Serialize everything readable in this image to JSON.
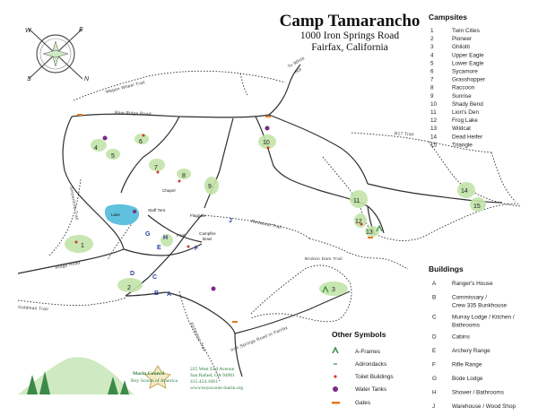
{
  "title": "Camp Tamarancho",
  "address_line1": "1000 Iron Springs Road",
  "address_line2": "Fairfax, California",
  "compass": {
    "letters": [
      "N",
      "E",
      "S",
      "W"
    ]
  },
  "campsites": {
    "heading": "Campsites",
    "items": [
      {
        "num": "1",
        "name": "Twin Cities"
      },
      {
        "num": "2",
        "name": "Pioneer"
      },
      {
        "num": "3",
        "name": "Ghilotti"
      },
      {
        "num": "4",
        "name": "Upper Eagle"
      },
      {
        "num": "5",
        "name": "Lower Eagle"
      },
      {
        "num": "6",
        "name": "Sycamore"
      },
      {
        "num": "7",
        "name": "Grasshopper"
      },
      {
        "num": "8",
        "name": "Raccoon"
      },
      {
        "num": "9",
        "name": "Sunrise"
      },
      {
        "num": "10",
        "name": "Shady Bend"
      },
      {
        "num": "11",
        "name": "Lion's Den"
      },
      {
        "num": "12",
        "name": "Frog Lake"
      },
      {
        "num": "13",
        "name": "Wildcat"
      },
      {
        "num": "14",
        "name": "Dead Heifer"
      },
      {
        "num": "15",
        "name": "Triangle"
      }
    ]
  },
  "buildings": {
    "heading": "Buildings",
    "items": [
      {
        "letter": "A",
        "lines": [
          "Ranger's House"
        ]
      },
      {
        "letter": "B",
        "lines": [
          "Commissary /",
          "Crew 335 Bunkhouse"
        ]
      },
      {
        "letter": "C",
        "lines": [
          "Murray Lodge / Kitchen /",
          "Bathrooms"
        ]
      },
      {
        "letter": "D",
        "lines": [
          "Cabins"
        ]
      },
      {
        "letter": "E",
        "lines": [
          "Archery Range"
        ]
      },
      {
        "letter": "F",
        "lines": [
          "Rifle Range"
        ]
      },
      {
        "letter": "G",
        "lines": [
          "Bode Lodge"
        ]
      },
      {
        "letter": "H",
        "lines": [
          "Shower / Bathrooms"
        ]
      },
      {
        "letter": "J",
        "lines": [
          "Warehouse / Wood Shop"
        ]
      }
    ]
  },
  "other_symbols": {
    "heading": "Other Symbols",
    "items": [
      {
        "symbol": "a-frame-icon",
        "label": "A-Frames"
      },
      {
        "symbol": "adirondack-icon",
        "label": "Adirondacks"
      },
      {
        "symbol": "toilet-icon",
        "label": "Toilet Buildings"
      },
      {
        "symbol": "water-tank-icon",
        "label": "Water Tanks"
      },
      {
        "symbol": "gate-icon",
        "label": "Gates"
      }
    ]
  },
  "council": {
    "line1": "Marin Council",
    "line2": "Boy Scouts of America",
    "address": [
      "225 West End Avenue",
      "San Rafael, CA 94901",
      "415.454.1081",
      "www.boyscouts-marin.org"
    ]
  },
  "road_labels": {
    "wagon_wheel": "Wagon Wheel Trail",
    "blue_ridge": "Blue Ridge Road",
    "to_white_hill_1": "To White",
    "to_white_hill_2": "Hill",
    "b17": "B17 Trail",
    "serpentine": "Serpentine Trail",
    "redwood": "Redwood Trail",
    "broken_dam": "Broken Dam Trail",
    "ridge_road": "Ridge Road",
    "goldman": "Goldman Trail",
    "alchemist": "Alchemist Trail",
    "iron_springs": "Iron Springs Road to Fairfax"
  },
  "map_labels": {
    "lake": "Lake",
    "chapel": "Chapel",
    "staff_tent": "Staff Tent",
    "flagpole": "Flagpole",
    "campfire_bowl_1": "Campfire",
    "campfire_bowl_2": "Bowl",
    "pool": "Pool"
  },
  "colors": {
    "campsite_fill": "#c2e3a8",
    "building_letter": "#2a3ea0",
    "water": "#5fc1dd",
    "toilet": "#d23b2b",
    "water_tank": "#7a2a86",
    "gate": "#e07a1f",
    "a_frame": "#2f8a3c",
    "council_green": "#2f7d3a"
  }
}
